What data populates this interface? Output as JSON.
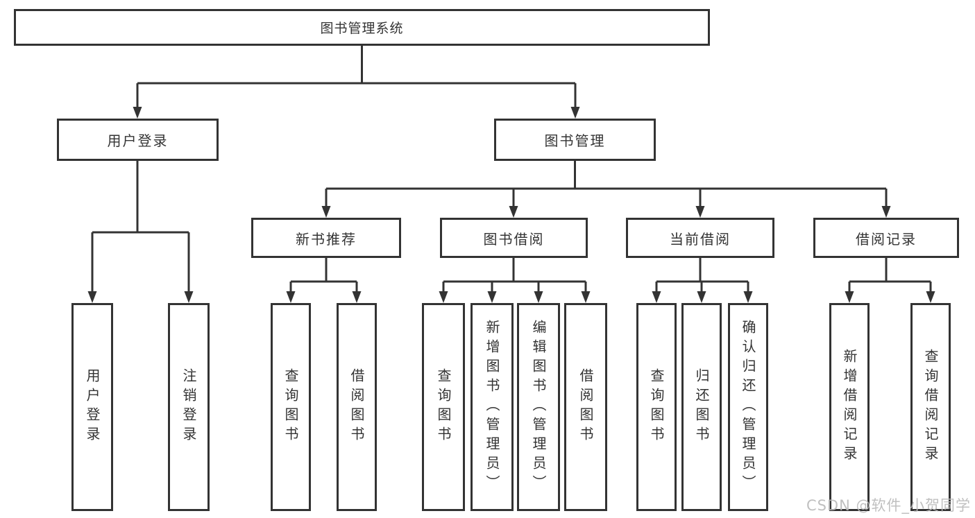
{
  "diagram": {
    "root": {
      "label": "图书管理系统"
    },
    "level2": [
      {
        "label": "用户登录"
      },
      {
        "label": "图书管理"
      }
    ],
    "level3": [
      {
        "label": "新书推荐"
      },
      {
        "label": "图书借阅"
      },
      {
        "label": "当前借阅"
      },
      {
        "label": "借阅记录"
      }
    ],
    "leaves": {
      "user_login": [
        "用户登录",
        "注销登录"
      ],
      "new_book": [
        "查询图书",
        "借阅图书"
      ],
      "book_borrow": [
        "查询图书",
        "新增图书（管理员）",
        "编辑图书（管理员）",
        "借阅图书"
      ],
      "current_borrow": [
        "查询图书",
        "归还图书",
        "确认归还（管理员）"
      ],
      "borrow_records": [
        "新增借阅记录",
        "查询借阅记录"
      ]
    }
  },
  "watermark": {
    "text": "CSDN @软件_小贺同学"
  },
  "colors": {
    "line": "#333333",
    "text": "#333333",
    "watermark": "#bcbcbc",
    "background": "#ffffff"
  }
}
